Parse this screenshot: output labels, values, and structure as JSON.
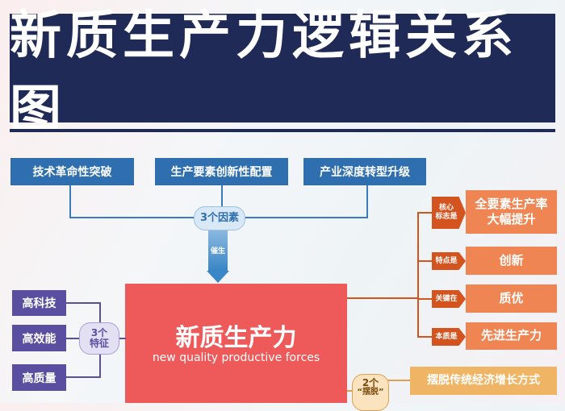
{
  "title": "新质生产力逻辑关系图",
  "factors": {
    "items": [
      "技术革命性突破",
      "生产要素创新性配置",
      "产业深度转型升级"
    ],
    "badge": "3个因素",
    "arrow_label": "催生"
  },
  "core": {
    "title": "新质生产力",
    "subtitle": "new quality productive forces"
  },
  "features": {
    "items": [
      "高科技",
      "高效能",
      "高质量"
    ],
    "badge_line1": "3个",
    "badge_line2": "特征"
  },
  "attributes": [
    {
      "label_line1": "核心",
      "label_line2": "标志是",
      "value_line1": "全要素生产率",
      "value_line2": "大幅提升"
    },
    {
      "label_line1": "特点是",
      "label_line2": "",
      "value_line1": "创新",
      "value_line2": ""
    },
    {
      "label_line1": "关键在",
      "label_line2": "",
      "value_line1": "质优",
      "value_line2": ""
    },
    {
      "label_line1": "本质是",
      "label_line2": "",
      "value_line1": "先进生产力",
      "value_line2": ""
    }
  ],
  "breakaway": {
    "badge_line1": "2个",
    "badge_line2": "“摆脱”",
    "items": [
      "摆脱传统经济增长方式"
    ]
  },
  "colors": {
    "navy": "#1f2a57",
    "blue": "#2f6fb0",
    "red": "#ee5a5a",
    "orange": "#ef8552",
    "purple": "#5a4ea0",
    "gold": "#f0b465"
  }
}
